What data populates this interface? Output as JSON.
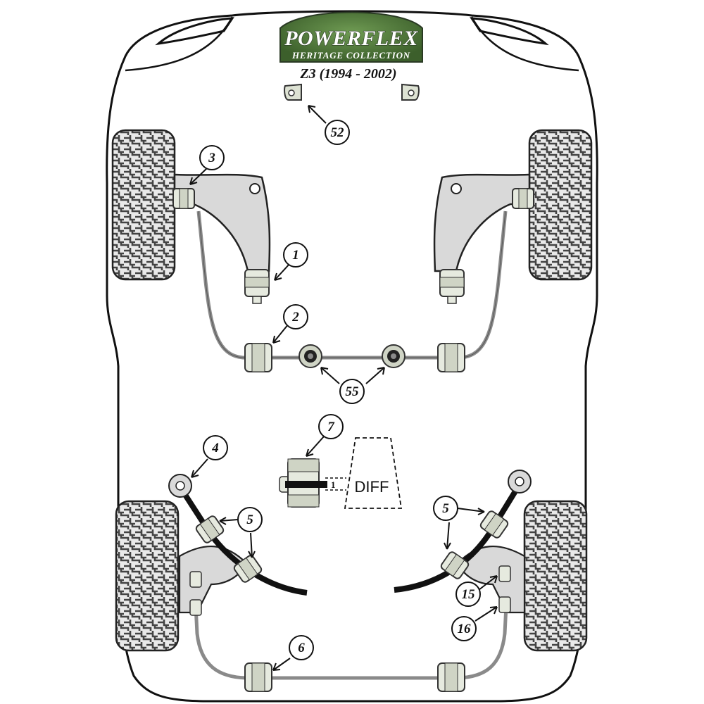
{
  "logo": {
    "brand": "POWERFLEX",
    "collection": "HERITAGE COLLECTION",
    "green": "#4f7a3a",
    "dark_green": "#2a3a24"
  },
  "subtitle": "Z3 (1994 - 2002)",
  "diff": {
    "label": "DIFF",
    "mini_label": "1"
  },
  "callouts": [
    {
      "id": "c52",
      "label": "52"
    },
    {
      "id": "c3",
      "label": "3"
    },
    {
      "id": "c1",
      "label": "1"
    },
    {
      "id": "c2",
      "label": "2"
    },
    {
      "id": "c55",
      "label": "55"
    },
    {
      "id": "c7",
      "label": "7"
    },
    {
      "id": "c4",
      "label": "4"
    },
    {
      "id": "c5l",
      "label": "5"
    },
    {
      "id": "c5r",
      "label": "5"
    },
    {
      "id": "c15",
      "label": "15"
    },
    {
      "id": "c16",
      "label": "16"
    },
    {
      "id": "c6",
      "label": "6"
    }
  ],
  "colors": {
    "outline": "#111111",
    "arm_fill": "#d9d9d9",
    "bar_grey": "#8a8a8a",
    "bush_light": "#e6eadf",
    "bush_dark": "#6f7366",
    "tyre_fill": "#777777",
    "black_bar": "#111111"
  }
}
